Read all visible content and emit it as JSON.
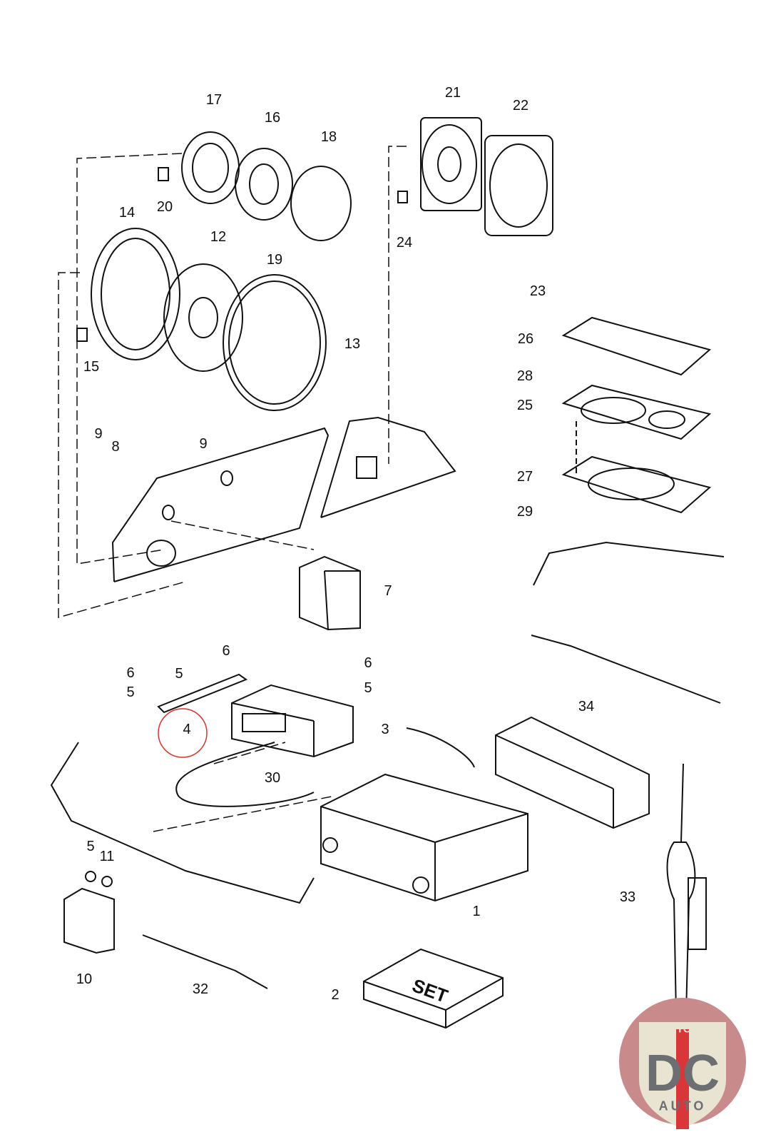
{
  "diagram": {
    "callouts": [
      "17",
      "16",
      "18",
      "21",
      "22",
      "20",
      "14",
      "12",
      "19",
      "24",
      "23",
      "26",
      "13",
      "15",
      "28",
      "25",
      "9",
      "8",
      "9",
      "27",
      "29",
      "7",
      "6",
      "6",
      "5",
      "6",
      "5",
      "5",
      "34",
      "4",
      "3",
      "30",
      "5",
      "11",
      "33",
      "1",
      "10",
      "32",
      "2"
    ],
    "box_label": "SET",
    "highlighted_callout": "4",
    "highlight_color": "#d9312b"
  },
  "logo": {
    "site": "DCAUTO.COM",
    "letters": "DC",
    "word": "AUTO",
    "colors": {
      "disc": "#c98a8c",
      "shield": "#e9e4d2",
      "letters": "#6d6e72",
      "stripe": "#d9363a"
    }
  }
}
